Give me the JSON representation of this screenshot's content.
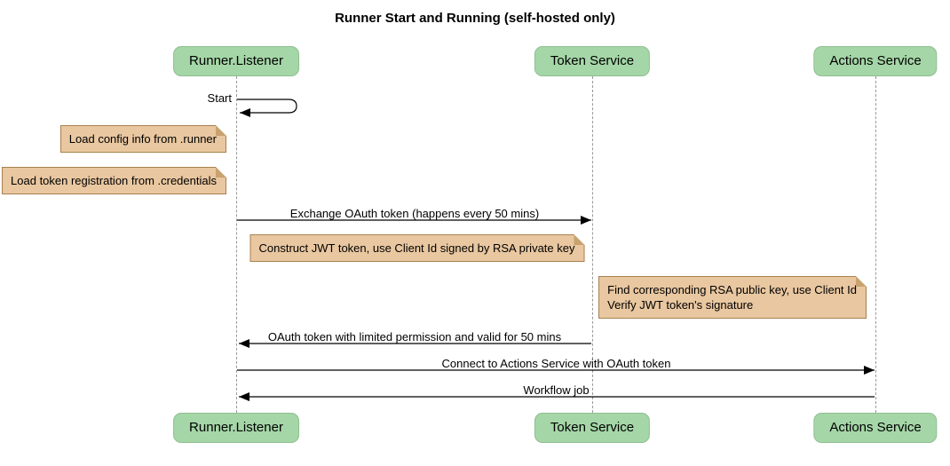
{
  "title": "Runner Start and Running (self-hosted only)",
  "participants": {
    "runner": "Runner.Listener",
    "token": "Token Service",
    "actions": "Actions Service"
  },
  "messages": {
    "start": "Start",
    "exchange": "Exchange OAuth token (happens every 50 mins)",
    "oauth_return": "OAuth token with limited permission and valid for 50 mins",
    "connect": "Connect to Actions Service with OAuth token",
    "workflow": "Workflow job"
  },
  "notes": {
    "load_config": "Load config info from .runner",
    "load_credentials": "Load token registration from .credentials",
    "construct_jwt": "Construct JWT token, use Client Id signed by RSA private key",
    "verify_jwt_line1": "Find corresponding RSA public key, use Client Id",
    "verify_jwt_line2": "Verify JWT token's signature"
  },
  "colors": {
    "participant_fill": "#a5d6a7",
    "participant_border": "#8fbf91",
    "note_fill": "#e9c7a0",
    "note_border": "#a8814f",
    "note_fold": "#c9a36f",
    "lifeline": "#999999",
    "arrow": "#000000",
    "text": "#000000"
  }
}
